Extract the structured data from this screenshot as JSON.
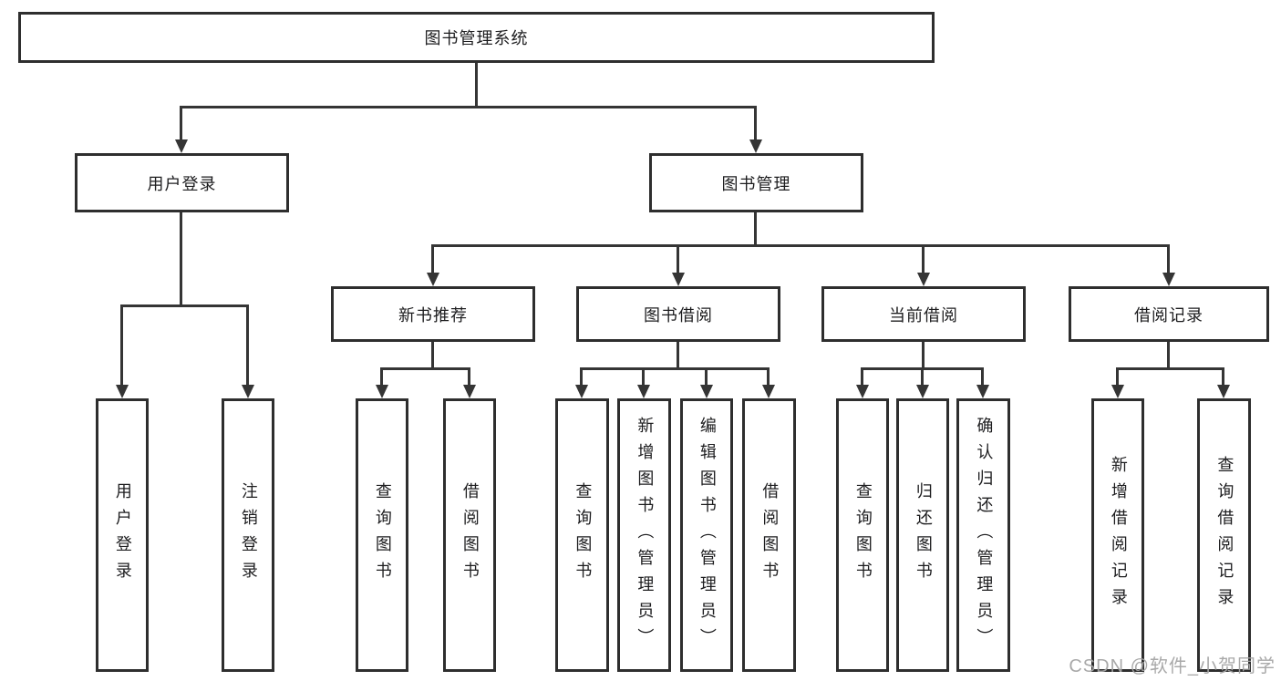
{
  "tree": {
    "label": "图书管理系统",
    "children": [
      {
        "label": "用户登录",
        "children": [
          {
            "label": "用户登录"
          },
          {
            "label": "注销登录"
          }
        ]
      },
      {
        "label": "图书管理",
        "children": [
          {
            "label": "新书推荐",
            "children": [
              {
                "label": "查询图书"
              },
              {
                "label": "借阅图书"
              }
            ]
          },
          {
            "label": "图书借阅",
            "children": [
              {
                "label": "查询图书"
              },
              {
                "label": "新增图书（管理员）"
              },
              {
                "label": "编辑图书（管理员）"
              },
              {
                "label": "借阅图书"
              }
            ]
          },
          {
            "label": "当前借阅",
            "children": [
              {
                "label": "查询图书"
              },
              {
                "label": "归还图书"
              },
              {
                "label": "确认归还（管理员）"
              }
            ]
          },
          {
            "label": "借阅记录",
            "children": [
              {
                "label": "新增借阅记录"
              },
              {
                "label": "查询借阅记录"
              }
            ]
          }
        ]
      }
    ]
  },
  "watermark": "CSDN @软件_小贺同学",
  "colors": {
    "line": "#353535",
    "box_border": "#2e2e2e",
    "box_fill": "#ffffff",
    "text": "#1d1d1f",
    "watermark": "#a4a4a4"
  }
}
